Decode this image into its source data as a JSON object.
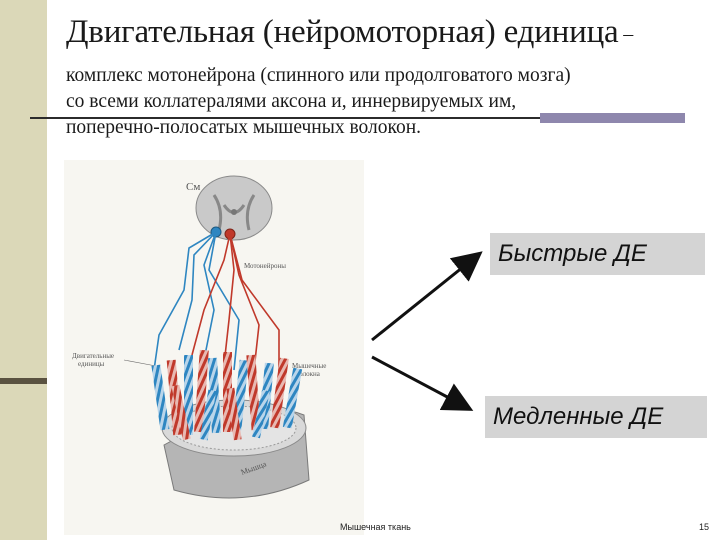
{
  "slide": {
    "title": "Двигательная (нейромоторная) единица",
    "title_dash": " –",
    "subtitle": "комплекс мотонейрона (спинного или продолговатого мозга)\nсо всеми коллатералями аксона и, иннервируемых им,\nпоперечно-полосатых мышечных волокон."
  },
  "figure": {
    "label_sc": "См",
    "label_motoneurons": "Мотонейроны",
    "label_motor_units": [
      "Двигательные",
      "единицы"
    ],
    "label_muscle_fibers": [
      "Мышечные",
      "волокна"
    ],
    "label_muscle": "Мышца"
  },
  "labels": {
    "fast": "Быстрые ДЕ",
    "slow": "Медленные ДЕ"
  },
  "footer": {
    "text": "Мышечная ткань",
    "page": "15"
  },
  "colors": {
    "sidebar": "#dbd8b8",
    "accent_bar": "#8e87ad",
    "red_fiber": "#c0392b",
    "blue_fiber": "#2e86c1"
  }
}
